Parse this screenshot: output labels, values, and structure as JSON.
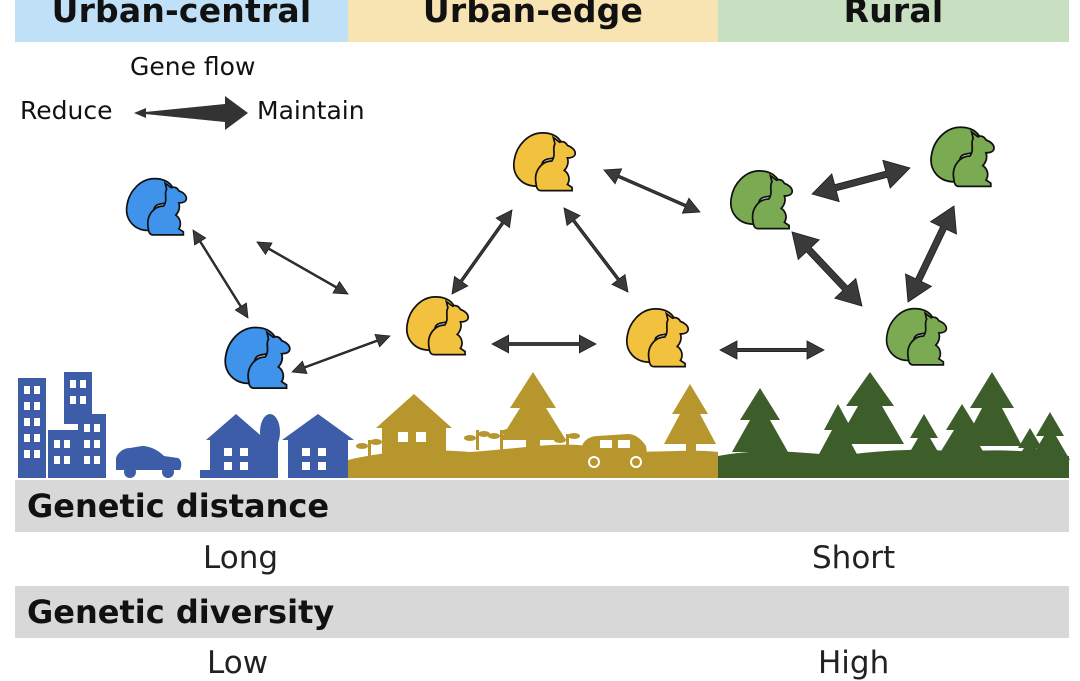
{
  "colors": {
    "urban_central_bg": "#bfe0f7",
    "urban_edge_bg": "#f8e4b3",
    "rural_bg": "#c8dfc1",
    "squirrel_blue": "#3f93eb",
    "squirrel_yellow": "#f2c23e",
    "squirrel_green": "#7aaa52",
    "city_blue": "#3d5da8",
    "edge_gold": "#b8962e",
    "forest_green": "#3d5e2a",
    "arrow": "#3a3a3a",
    "bar_gray": "#d8d8d8"
  },
  "zones": {
    "urban_central": "Urban-central",
    "urban_edge": "Urban-edge",
    "rural": "Rural"
  },
  "legend": {
    "title": "Gene flow",
    "left_label": "Reduce",
    "right_label": "Maintain"
  },
  "squirrels": [
    {
      "zone": "urban-central",
      "color": "blue"
    },
    {
      "zone": "urban-central",
      "color": "blue"
    },
    {
      "zone": "urban-edge",
      "color": "yellow"
    },
    {
      "zone": "urban-edge",
      "color": "yellow"
    },
    {
      "zone": "urban-edge",
      "color": "yellow"
    },
    {
      "zone": "rural",
      "color": "green"
    },
    {
      "zone": "rural",
      "color": "green"
    },
    {
      "zone": "rural",
      "color": "green"
    }
  ],
  "metrics": [
    {
      "label": "Genetic distance",
      "low_end": "Long",
      "high_end": "Short"
    },
    {
      "label": "Genetic diversity",
      "low_end": "Low",
      "high_end": "High"
    }
  ]
}
